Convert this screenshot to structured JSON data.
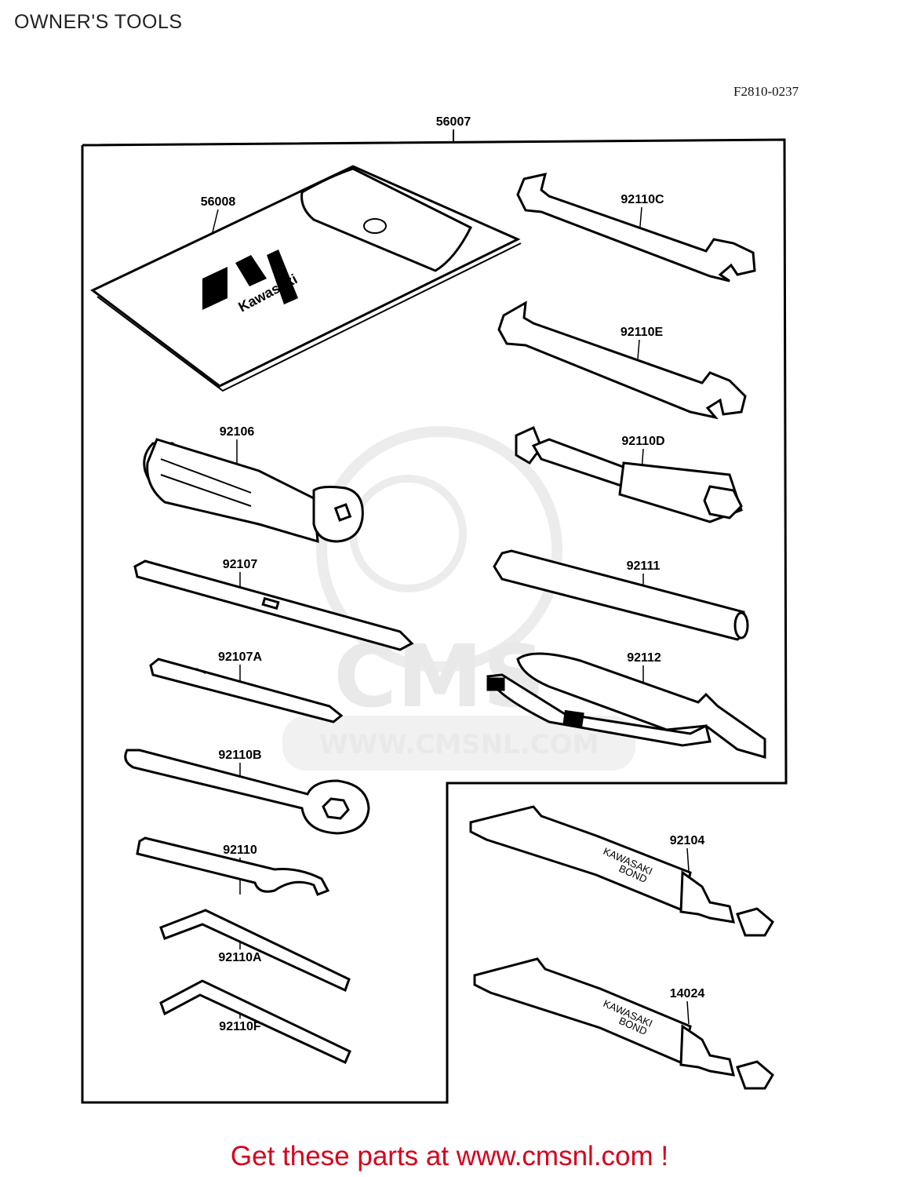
{
  "header": {
    "title": "OWNER'S TOOLS",
    "figure_code": "F2810-0237"
  },
  "footer": {
    "text": "Get these parts at www.cmsnl.com !"
  },
  "watermark": {
    "brand": "CMS",
    "url": "WWW.CMSNL.COM"
  },
  "pouch_logo": "Kawasaki",
  "tube_label": [
    "KAWASAKI",
    "BOND"
  ],
  "parts": {
    "kit": "56007",
    "pouch": "56008",
    "wrench_c": "92110C",
    "wrench_e": "92110E",
    "handle": "92106",
    "plug_wrench": "92110D",
    "screwdriver": "92107",
    "bar": "92111",
    "screwdriver_a": "92107A",
    "pliers": "92112",
    "box_wrench": "92110B",
    "bond_1": "92104",
    "hook_wrench": "92110",
    "hex_a": "92110A",
    "bond_2": "14024",
    "hex_f": "92110F"
  },
  "colors": {
    "footer": "#d6001c",
    "line": "#000000",
    "watermark": "#e9e9e9"
  }
}
